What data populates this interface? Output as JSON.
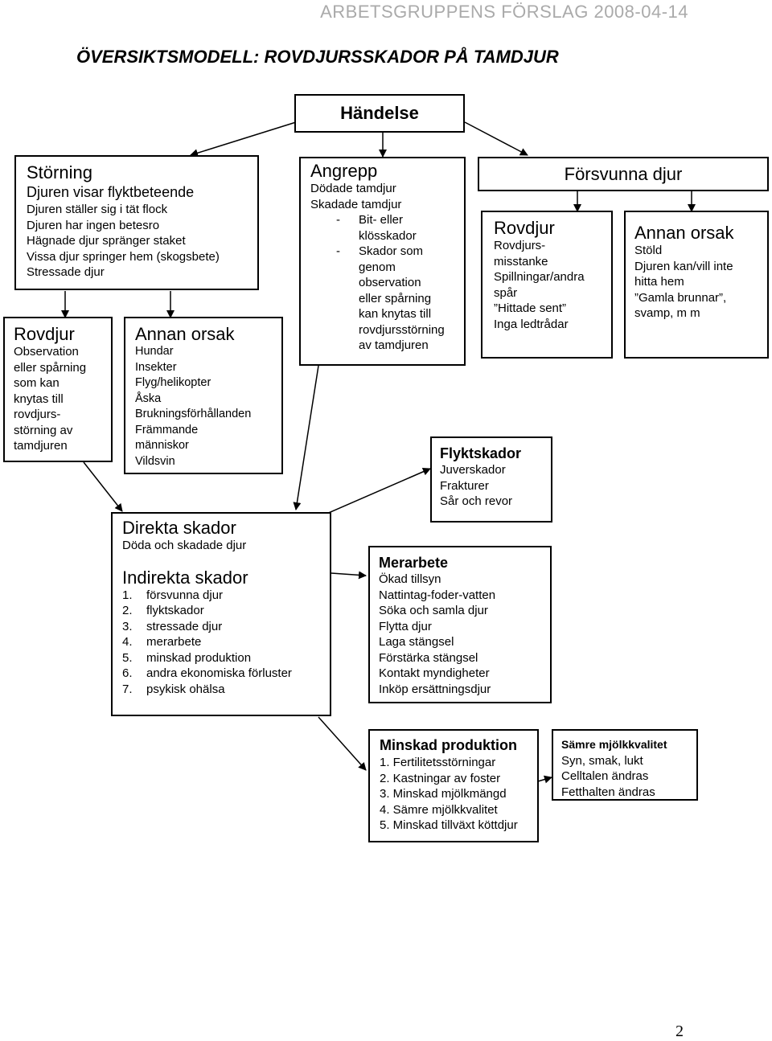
{
  "header": "ARBETSGRUPPENS FÖRSLAG 2008-04-14",
  "title": "ÖVERSIKTSMODELL: ROVDJURSSKADOR PÅ TAMDJUR",
  "page_number": "2",
  "handelse": {
    "title": "Händelse"
  },
  "storning": {
    "title": "Störning",
    "subtitle": "Djuren visar flyktbeteende",
    "lines": [
      "Djuren ställer sig i tät flock",
      "Djuren har ingen betesro",
      "Hägnade djur spränger staket",
      "Vissa djur springer hem (skogsbete)",
      "Stressade djur"
    ]
  },
  "rovdjur_left": {
    "title": "Rovdjur",
    "lines": [
      "Observation",
      "eller spårning",
      "som kan",
      "knytas till",
      "rovdjurs-",
      "störning av",
      "tamdjuren"
    ]
  },
  "annan_left": {
    "title": "Annan orsak",
    "lines": [
      "Hundar",
      "Insekter",
      "Flyg/helikopter",
      "Åska",
      "Brukningsförhållanden",
      "Främmande",
      "människor",
      "Vildsvin"
    ]
  },
  "angrepp": {
    "title": "Angrepp",
    "lines": [
      "Dödade tamdjur",
      "Skadade tamdjur"
    ],
    "bullets": [
      {
        "dash": "-",
        "lines": [
          "Bit- eller",
          "klösskador"
        ]
      },
      {
        "dash": "-",
        "lines": [
          "Skador som",
          "genom",
          "observation",
          "eller spårning",
          "kan knytas till",
          "rovdjursstörning",
          "av tamdjuren"
        ]
      }
    ]
  },
  "forsvunna": {
    "title": "Försvunna djur"
  },
  "rovdjur_right": {
    "title": "Rovdjur",
    "lines": [
      "Rovdjurs-",
      "misstanke",
      "Spillningar/andra",
      "spår",
      "”Hittade sent”",
      "Inga ledtrådar"
    ]
  },
  "annan_right": {
    "title": "Annan orsak",
    "lines": [
      "Stöld",
      "Djuren kan/vill inte",
      "hitta hem",
      "”Gamla brunnar”,",
      "svamp, m m"
    ]
  },
  "skador": {
    "direkta_title": "Direkta skador",
    "direkta_text": "Döda och skadade djur",
    "indirekta_title": "Indirekta skador",
    "items": [
      {
        "n": "1.",
        "t": "försvunna djur"
      },
      {
        "n": "2.",
        "t": "flyktskador"
      },
      {
        "n": "3.",
        "t": "stressade djur"
      },
      {
        "n": "4.",
        "t": "merarbete"
      },
      {
        "n": "5.",
        "t": "minskad produktion"
      },
      {
        "n": "6.",
        "t": "andra ekonomiska förluster"
      },
      {
        "n": "7.",
        "t": "psykisk ohälsa"
      }
    ]
  },
  "flyktskador": {
    "title": "Flyktskador",
    "lines": [
      "Juverskador",
      "Frakturer",
      "Sår och revor"
    ]
  },
  "merarbete": {
    "title": "Merarbete",
    "lines": [
      "Ökad tillsyn",
      "Nattintag-foder-vatten",
      "Söka och samla djur",
      "Flytta djur",
      "Laga stängsel",
      "Förstärka stängsel",
      "Kontakt myndigheter",
      "Inköp ersättningsdjur"
    ]
  },
  "minskad": {
    "title": "Minskad produktion",
    "lines": [
      "1. Fertilitetsstörningar",
      "2. Kastningar av foster",
      "3. Minskad mjölkmängd",
      "4. Sämre mjölkkvalitet",
      "5. Minskad tillväxt köttdjur"
    ]
  },
  "samre": {
    "title": "Sämre mjölkkvalitet",
    "lines": [
      "Syn, smak, lukt",
      "Celltalen ändras",
      "Fetthalten ändras"
    ]
  }
}
